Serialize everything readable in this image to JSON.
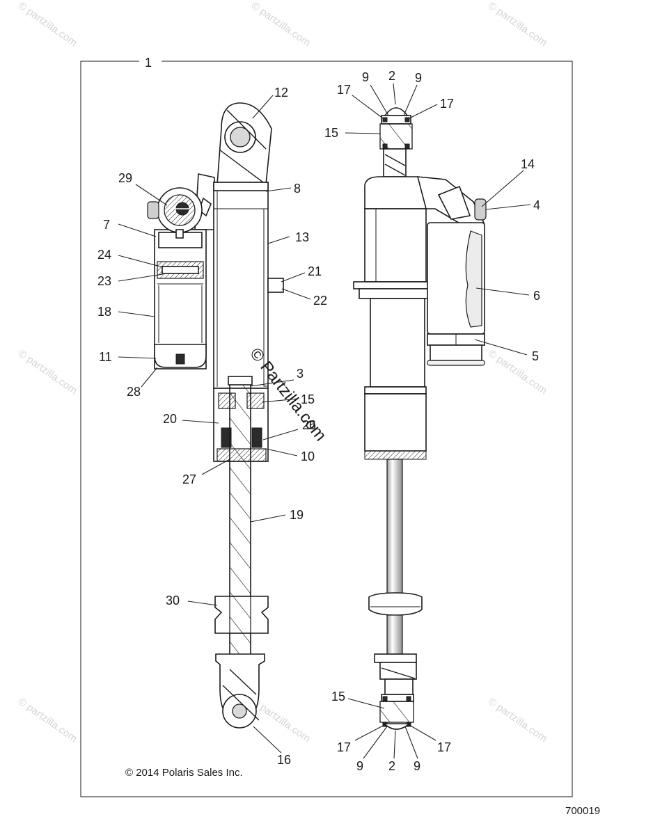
{
  "diagram": {
    "assembly_callout": "1",
    "copyright": "© 2014 Polaris Sales Inc.",
    "diagram_number": "700019",
    "watermark": "© Partzilla.com",
    "watermark_small": "© partzilla.com",
    "left_view_callouts": [
      "12",
      "8",
      "29",
      "7",
      "13",
      "24",
      "23",
      "21",
      "22",
      "18",
      "11",
      "28",
      "3",
      "15",
      "20",
      "26",
      "10",
      "27",
      "19",
      "30",
      "16"
    ],
    "right_view_callouts": [
      "9",
      "2",
      "9",
      "17",
      "17",
      "15",
      "14",
      "4",
      "6",
      "5",
      "15",
      "17",
      "17",
      "9",
      "2",
      "9"
    ],
    "icons": [
      "shock-assembly-cross-section",
      "shock-assembly-exterior"
    ]
  }
}
